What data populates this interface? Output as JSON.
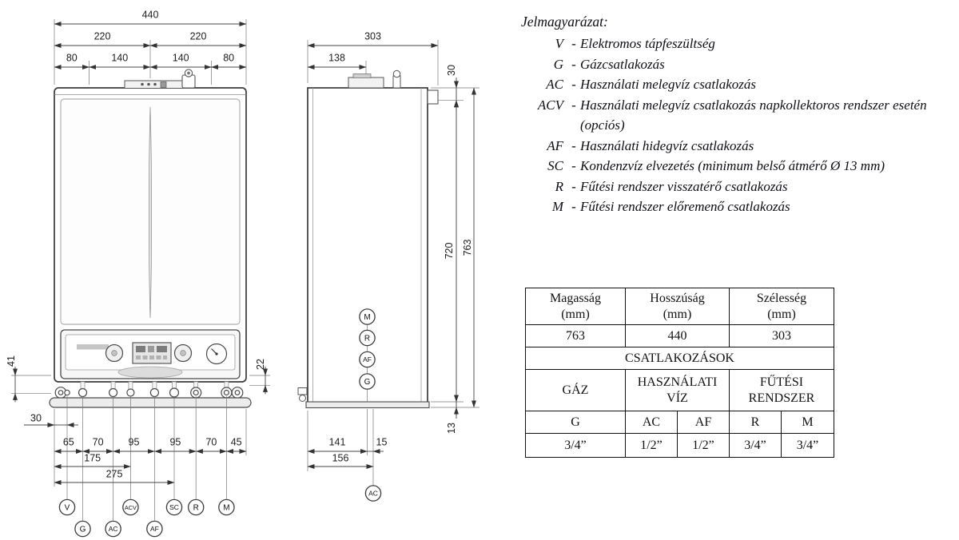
{
  "legend": {
    "title": "Jelmagyarázat:",
    "separator": "-",
    "items": [
      {
        "code": "V",
        "text": "Elektromos tápfeszültség"
      },
      {
        "code": "G",
        "text": "Gázcsatlakozás"
      },
      {
        "code": "AC",
        "text": "Használati melegvíz csatlakozás"
      },
      {
        "code": "ACV",
        "text": "Használati melegvíz csatlakozás napkollektoros rendszer esetén (opciós)"
      },
      {
        "code": "AF",
        "text": "Használati hidegvíz csatlakozás"
      },
      {
        "code": "SC",
        "text": "Kondenzvíz elvezetés (minimum belső átmérő Ø 13 mm)"
      },
      {
        "code": "R",
        "text": "Fűtési rendszer visszatérő csatlakozás"
      },
      {
        "code": "M",
        "text": "Fűtési rendszer előremenő csatlakozás"
      }
    ]
  },
  "table": {
    "dim_headers": [
      "Magasság",
      "Hosszúság",
      "Szélesség"
    ],
    "dim_unit": "(mm)",
    "dim_values": [
      "763",
      "440",
      "303"
    ],
    "connections_title": "CSATLAKOZÁSOK",
    "groups": [
      "GÁZ",
      "HASZNÁLATI VÍZ",
      "FŰTÉSI RENDSZER"
    ],
    "conn_codes": [
      "G",
      "AC",
      "AF",
      "R",
      "M"
    ],
    "conn_sizes": [
      "3/4”",
      "1/2”",
      "1/2”",
      "3/4”",
      "3/4”"
    ]
  },
  "front_view": {
    "dim_total_width": "440",
    "dim_half_left": "220",
    "dim_half_right": "220",
    "dim_top_offsets": [
      "80",
      "140",
      "140",
      "80"
    ],
    "dim_left_height": "41",
    "dim_left_offset": "30",
    "dim_right": "22",
    "dim_bottom_chain": [
      "65",
      "70",
      "95",
      "95",
      "70",
      "45"
    ],
    "dim_acv": "175",
    "dim_sc": "275",
    "connectors": [
      "V",
      "G",
      "AC",
      "ACV",
      "AF",
      "SC",
      "R",
      "M"
    ]
  },
  "side_view": {
    "dim_depth": "303",
    "dim_flue": "138",
    "dim_top": "30",
    "dim_body": "720",
    "dim_height": "763",
    "dim_bottom_edge": "13",
    "dim_bottom_chain": [
      "141",
      "15",
      "156"
    ],
    "connectors": [
      "M",
      "R",
      "AF",
      "G",
      "AC"
    ]
  }
}
